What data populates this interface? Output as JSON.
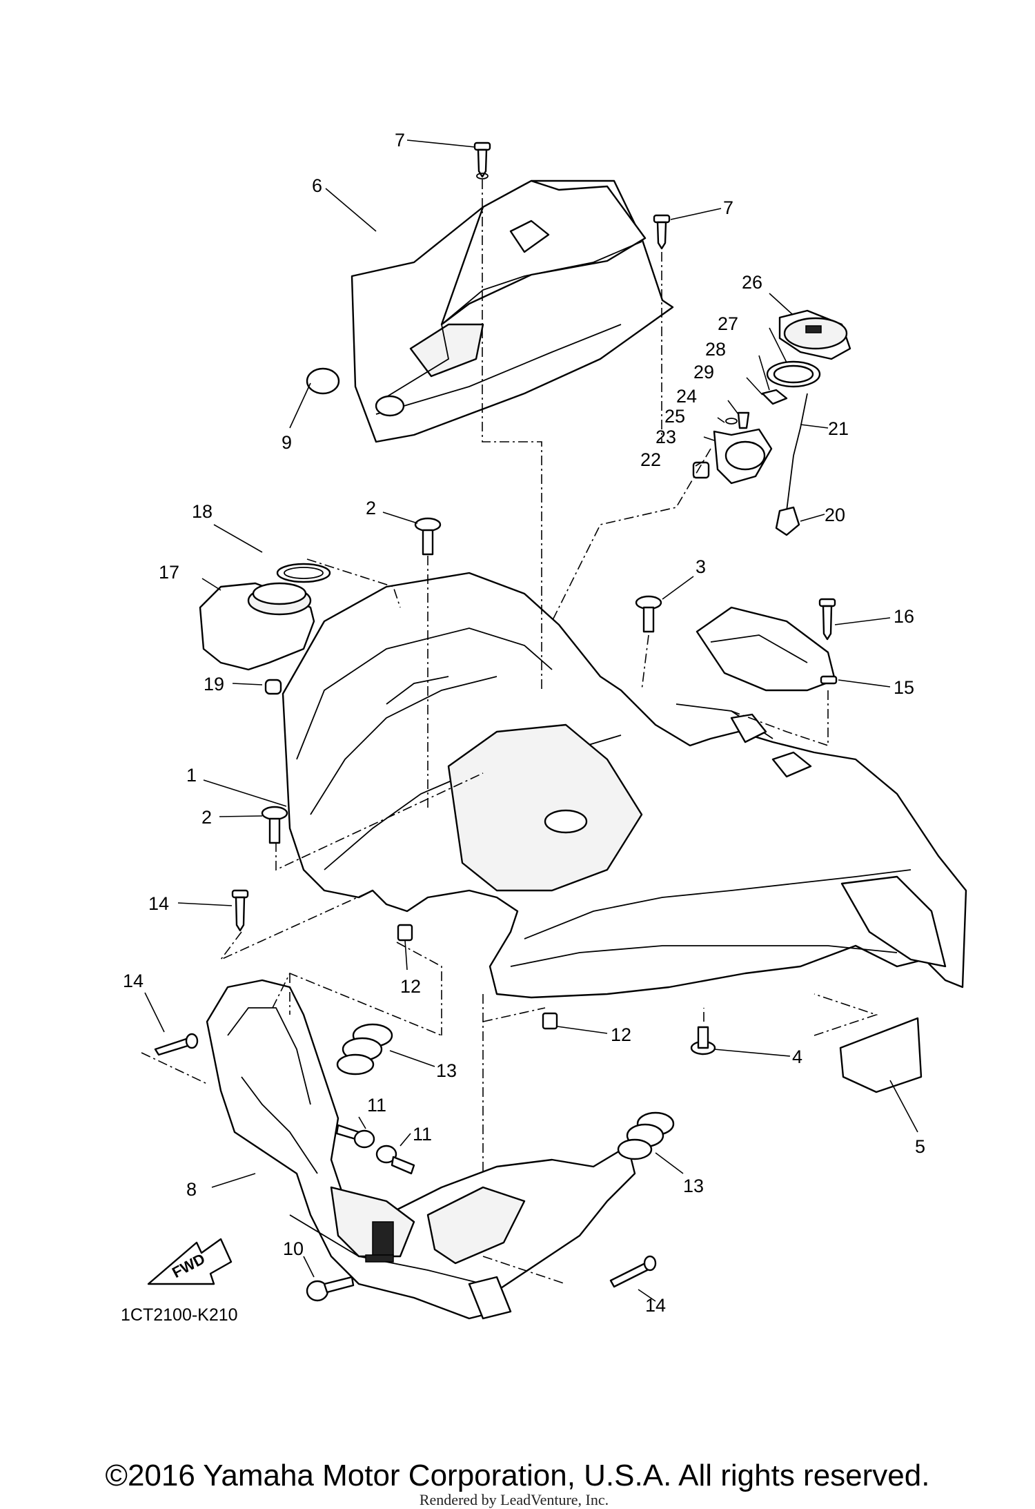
{
  "diagram_code": "1CT2100-K210",
  "copyright": "©2016 Yamaha Motor Corporation, U.S.A. All rights reserved.",
  "rendered_by": "Rendered by LeadVenture, Inc.",
  "fwd_label": "FWD",
  "callouts": {
    "c1": "1",
    "c2a": "2",
    "c2b": "2",
    "c3": "3",
    "c4": "4",
    "c5": "5",
    "c6": "6",
    "c7a": "7",
    "c7b": "7",
    "c8": "8",
    "c9": "9",
    "c10": "10",
    "c11a": "11",
    "c11b": "11",
    "c12a": "12",
    "c12b": "12",
    "c13a": "13",
    "c13b": "13",
    "c14a": "14",
    "c14b": "14",
    "c14c": "14",
    "c15": "15",
    "c16": "16",
    "c17": "17",
    "c18": "18",
    "c19": "19",
    "c20": "20",
    "c21": "21",
    "c22": "22",
    "c23": "23",
    "c24": "24",
    "c25": "25",
    "c26": "26",
    "c27": "27",
    "c28": "28",
    "c29": "29"
  }
}
